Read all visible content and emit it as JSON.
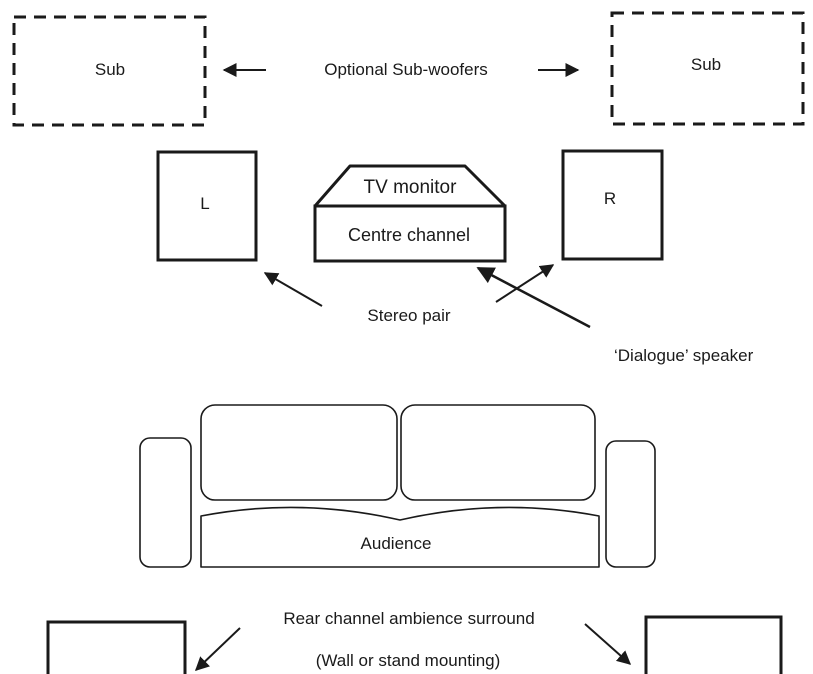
{
  "labels": {
    "sub_left": "Sub",
    "sub_right": "Sub",
    "optional_subwoofers": "Optional Sub-woofers",
    "speaker_left": "L",
    "speaker_right": "R",
    "tv_monitor": "TV monitor",
    "centre_channel": "Centre channel",
    "stereo_pair": "Stereo pair",
    "dialogue_speaker": "‘Dialogue’ speaker",
    "audience": "Audience",
    "rear_surround": "Rear channel ambience surround",
    "mounting_note": "(Wall or stand mounting)"
  },
  "colors": {
    "ink": "#1a1a1a",
    "background": "#ffffff"
  }
}
